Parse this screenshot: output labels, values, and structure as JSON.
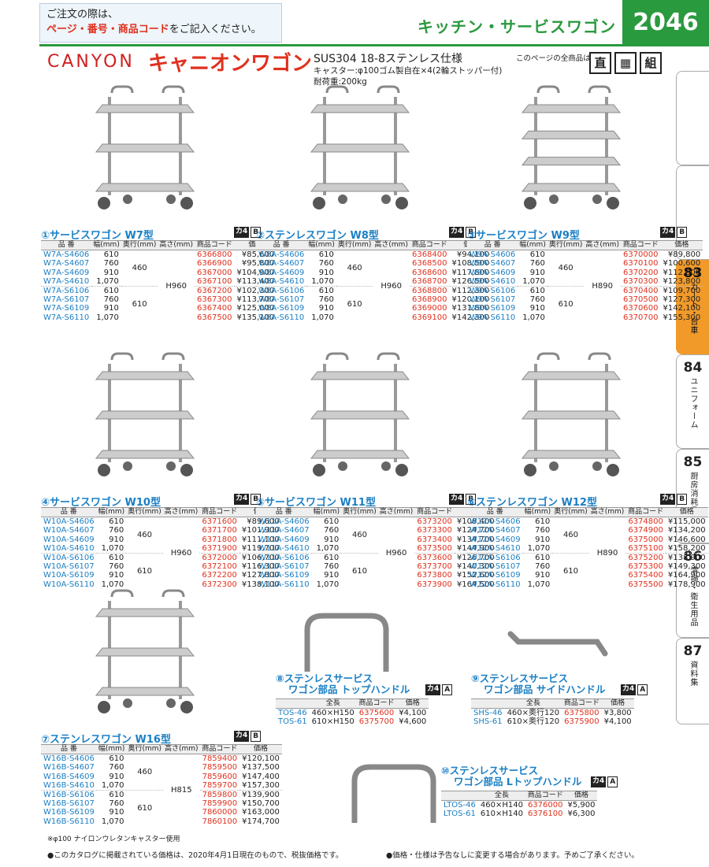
{
  "header": {
    "notice_line1": "ご注文の際は、",
    "notice_red": "ページ・番号・商品コード",
    "notice_line2": "をご記入ください。",
    "category_title": "キッチン・サービスワゴン",
    "page_number": "2046"
  },
  "brand": {
    "logo": "CANYON",
    "name": "キャニオンワゴン",
    "spec_material": "SUS304 18-8ステンレス仕様",
    "spec_caster": "キャスター:φ100ゴム製自在×4(2輪ストッパー付)",
    "spec_load": "耐荷重:200kg",
    "all_items_note": "このページの全商品は",
    "icons": [
      "直",
      "",
      "組"
    ]
  },
  "table_headers": {
    "part": "品 番",
    "width": "幅(mm)",
    "depth": "奥行(mm)",
    "height": "高さ(mm)",
    "code": "商品コード",
    "price": "価格",
    "total": "全長"
  },
  "badge": {
    "kana": "カ4",
    "grade_b": "B",
    "grade_a": "A"
  },
  "products": [
    {
      "title": "①サービスワゴン W7型",
      "height": "H960",
      "rows": [
        [
          "W7A-S4606",
          "610",
          "6366800",
          "¥85,600"
        ],
        [
          "W7A-S4607",
          "760",
          "6366900",
          "¥95,800"
        ],
        [
          "W7A-S4609",
          "910",
          "6367000",
          "¥104,900"
        ],
        [
          "W7A-S4610",
          "1,070",
          "6367100",
          "¥113,400"
        ],
        [
          "W7A-S6106",
          "610",
          "6367200",
          "¥102,300"
        ],
        [
          "W7A-S6107",
          "760",
          "6367300",
          "¥113,700"
        ],
        [
          "W7A-S6109",
          "910",
          "6367400",
          "¥125,000"
        ],
        [
          "W7A-S6110",
          "1,070",
          "6367500",
          "¥135,100"
        ]
      ],
      "depths": [
        "460",
        "610"
      ]
    },
    {
      "title": "②ステンレスワゴン W8型",
      "height": "H960",
      "rows": [
        [
          "W8A-S4606",
          "610",
          "6368400",
          "¥94,100"
        ],
        [
          "W8A-S4607",
          "760",
          "6368500",
          "¥108,500"
        ],
        [
          "W8A-S4609",
          "910",
          "6368600",
          "¥117,800"
        ],
        [
          "W8A-S4610",
          "1,070",
          "6368700",
          "¥126,500"
        ],
        [
          "W8A-S6106",
          "610",
          "6368800",
          "¥112,300"
        ],
        [
          "W8A-S6107",
          "760",
          "6368900",
          "¥120,100"
        ],
        [
          "W8A-S6109",
          "910",
          "6369000",
          "¥131,800"
        ],
        [
          "W8A-S6110",
          "1,070",
          "6369100",
          "¥142,300"
        ]
      ],
      "depths": [
        "460",
        "610"
      ]
    },
    {
      "title": "③サービスワゴン W9型",
      "height": "H890",
      "rows": [
        [
          "W9A-S4606",
          "610",
          "6370000",
          "¥89,800"
        ],
        [
          "W9A-S4607",
          "760",
          "6370100",
          "¥100,600"
        ],
        [
          "W9A-S4609",
          "910",
          "6370200",
          "¥112,600"
        ],
        [
          "W9A-S4610",
          "1,070",
          "6370300",
          "¥123,800"
        ],
        [
          "W9A-S6106",
          "610",
          "6370400",
          "¥109,700"
        ],
        [
          "W9A-S6107",
          "760",
          "6370500",
          "¥127,300"
        ],
        [
          "W9A-S6109",
          "910",
          "6370600",
          "¥142,100"
        ],
        [
          "W9A-S6110",
          "1,070",
          "6370700",
          "¥155,300"
        ]
      ],
      "depths": [
        "460",
        "610"
      ]
    },
    {
      "title": "④サービスワゴン W10型",
      "height": "H960",
      "rows": [
        [
          "W10A-S4606",
          "610",
          "6371600",
          "¥89,600"
        ],
        [
          "W10A-S4607",
          "760",
          "6371700",
          "¥101,900"
        ],
        [
          "W10A-S4609",
          "910",
          "6371800",
          "¥111,100"
        ],
        [
          "W10A-S4610",
          "1,070",
          "6371900",
          "¥119,700"
        ],
        [
          "W10A-S6106",
          "610",
          "6372000",
          "¥106,700"
        ],
        [
          "W10A-S6107",
          "760",
          "6372100",
          "¥116,300"
        ],
        [
          "W10A-S6109",
          "910",
          "6372200",
          "¥127,800"
        ],
        [
          "W10A-S6110",
          "1,070",
          "6372300",
          "¥138,100"
        ]
      ],
      "depths": [
        "460",
        "610"
      ]
    },
    {
      "title": "⑤サービスワゴン W11型",
      "height": "H960",
      "rows": [
        [
          "W11A-S4606",
          "610",
          "6373200",
          "¥108,400"
        ],
        [
          "W11A-S4607",
          "760",
          "6373300",
          "¥124,700"
        ],
        [
          "W11A-S4609",
          "910",
          "6373400",
          "¥134,700"
        ],
        [
          "W11A-S4610",
          "1,070",
          "6373500",
          "¥144,900"
        ],
        [
          "W11A-S6106",
          "610",
          "6373600",
          "¥126,700"
        ],
        [
          "W11A-S6107",
          "760",
          "6373700",
          "¥140,300"
        ],
        [
          "W11A-S6109",
          "910",
          "6373800",
          "¥152,600"
        ],
        [
          "W11A-S6110",
          "1,070",
          "6373900",
          "¥164,500"
        ]
      ],
      "depths": [
        "460",
        "610"
      ]
    },
    {
      "title": "⑥ステンレスワゴン W12型",
      "height": "H890",
      "rows": [
        [
          "W12A-S4606",
          "610",
          "6374800",
          "¥115,000"
        ],
        [
          "W12A-S4607",
          "760",
          "6374900",
          "¥134,200"
        ],
        [
          "W12A-S4609",
          "910",
          "6375000",
          "¥146,600"
        ],
        [
          "W12A-S4610",
          "1,070",
          "6375100",
          "¥158,200"
        ],
        [
          "W12A-S6106",
          "610",
          "6375200",
          "¥138,900"
        ],
        [
          "W12A-S6107",
          "760",
          "6375300",
          "¥149,300"
        ],
        [
          "W12A-S6109",
          "910",
          "6375400",
          "¥164,900"
        ],
        [
          "W12A-S6110",
          "1,070",
          "6375500",
          "¥178,900"
        ]
      ],
      "depths": [
        "460",
        "610"
      ]
    },
    {
      "title": "⑦ステンレスワゴン W16型",
      "height": "H815",
      "rows": [
        [
          "W16B-S4606",
          "610",
          "7859400",
          "¥120,100"
        ],
        [
          "W16B-S4607",
          "760",
          "7859500",
          "¥137,500"
        ],
        [
          "W16B-S4609",
          "910",
          "7859600",
          "¥147,400"
        ],
        [
          "W16B-S4610",
          "1,070",
          "7859700",
          "¥157,300"
        ],
        [
          "W16B-S6106",
          "610",
          "7859800",
          "¥139,900"
        ],
        [
          "W16B-S6107",
          "760",
          "7859900",
          "¥150,700"
        ],
        [
          "W16B-S6109",
          "910",
          "7860000",
          "¥163,000"
        ],
        [
          "W16B-S6110",
          "1,070",
          "7860100",
          "¥174,700"
        ]
      ],
      "depths": [
        "460",
        "610"
      ]
    }
  ],
  "w16_note": "※φ100 ナイロンウレタンキャスター使用",
  "parts": [
    {
      "title1": "⑧ステンレスサービス",
      "title2": "ワゴン部品 トップハンドル",
      "rows": [
        [
          "TOS-46",
          "460×H150",
          "6375600",
          "¥4,100"
        ],
        [
          "TOS-61",
          "610×H150",
          "6375700",
          "¥4,600"
        ]
      ]
    },
    {
      "title1": "⑨ステンレスサービス",
      "title2": "ワゴン部品 サイドハンドル",
      "rows": [
        [
          "SHS-46",
          "460×奥行120",
          "6375800",
          "¥3,800"
        ],
        [
          "SHS-61",
          "610×奥行120",
          "6375900",
          "¥4,100"
        ]
      ]
    },
    {
      "title1": "⑩ステンレスサービス",
      "title2": "ワゴン部品 Lトップハンドル",
      "rows": [
        [
          "LTOS-46",
          "460×H140",
          "6376000",
          "¥5,900"
        ],
        [
          "LTOS-61",
          "610×H140",
          "6376100",
          "¥6,300"
        ]
      ]
    }
  ],
  "sidetabs": [
    {
      "n": "83",
      "t": "カート・台車"
    },
    {
      "n": "84",
      "t": "ユニフォーム"
    },
    {
      "n": "85",
      "t": "厨房消耗品"
    },
    {
      "n": "86",
      "t": "清掃・衛生用品"
    },
    {
      "n": "87",
      "t": "資料集"
    }
  ],
  "footer": {
    "left": "●このカタログに掲載されている価格は、2020年4月1日現在のもので、税抜価格です。",
    "right": "●価格・仕様は予告なしに変更する場合があります。予めご了承ください。"
  }
}
